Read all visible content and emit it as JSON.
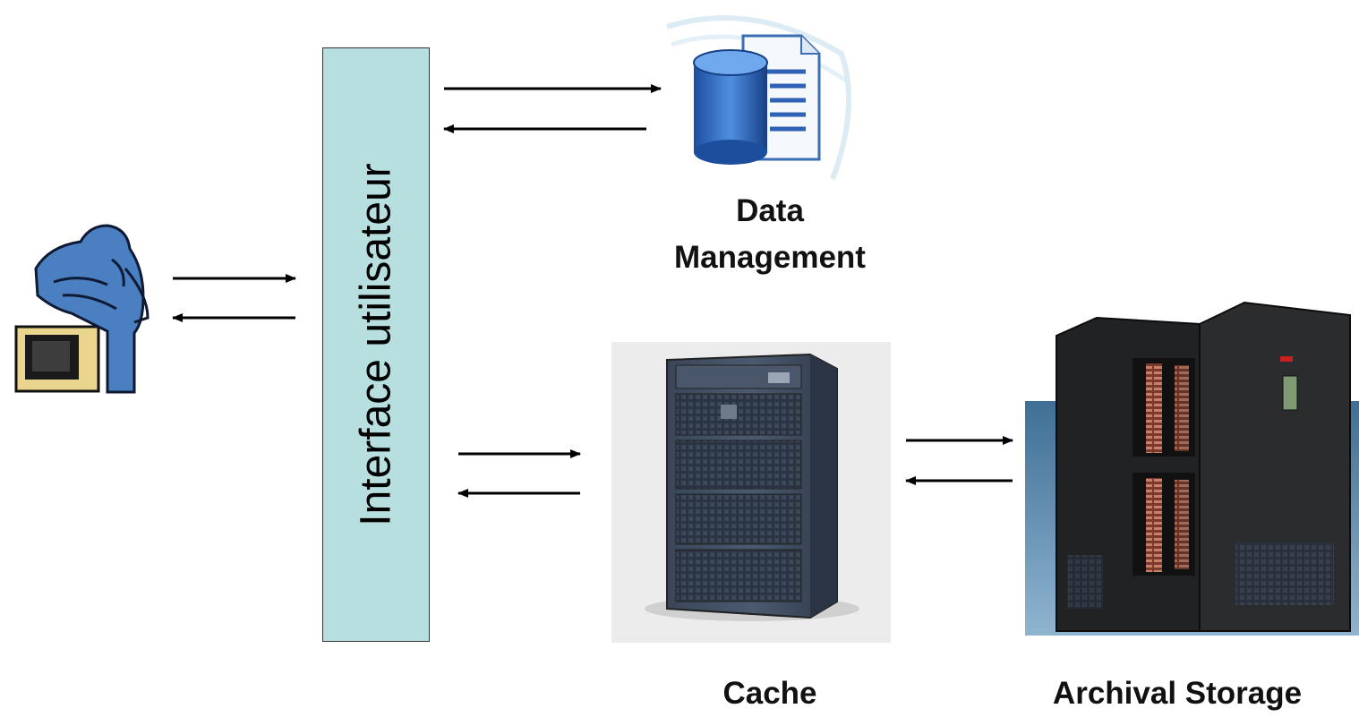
{
  "interface_label": "Interface utilisateur",
  "nodes": {
    "data_management": {
      "label_line1": "Data",
      "label_line2": "Management"
    },
    "cache": {
      "label": "Cache"
    },
    "archival_storage": {
      "label": "Archival Storage"
    }
  },
  "icons": {
    "user": "thinking-user-icon",
    "database": "database-document-icon",
    "cache": "rack-server-icon",
    "archive": "tape-library-icon"
  },
  "colors": {
    "interface_box": "#b8dfdf",
    "arrow": "#000000",
    "user_figure": "#4a7fc1",
    "archive_backdrop": "#6f9bbd"
  }
}
